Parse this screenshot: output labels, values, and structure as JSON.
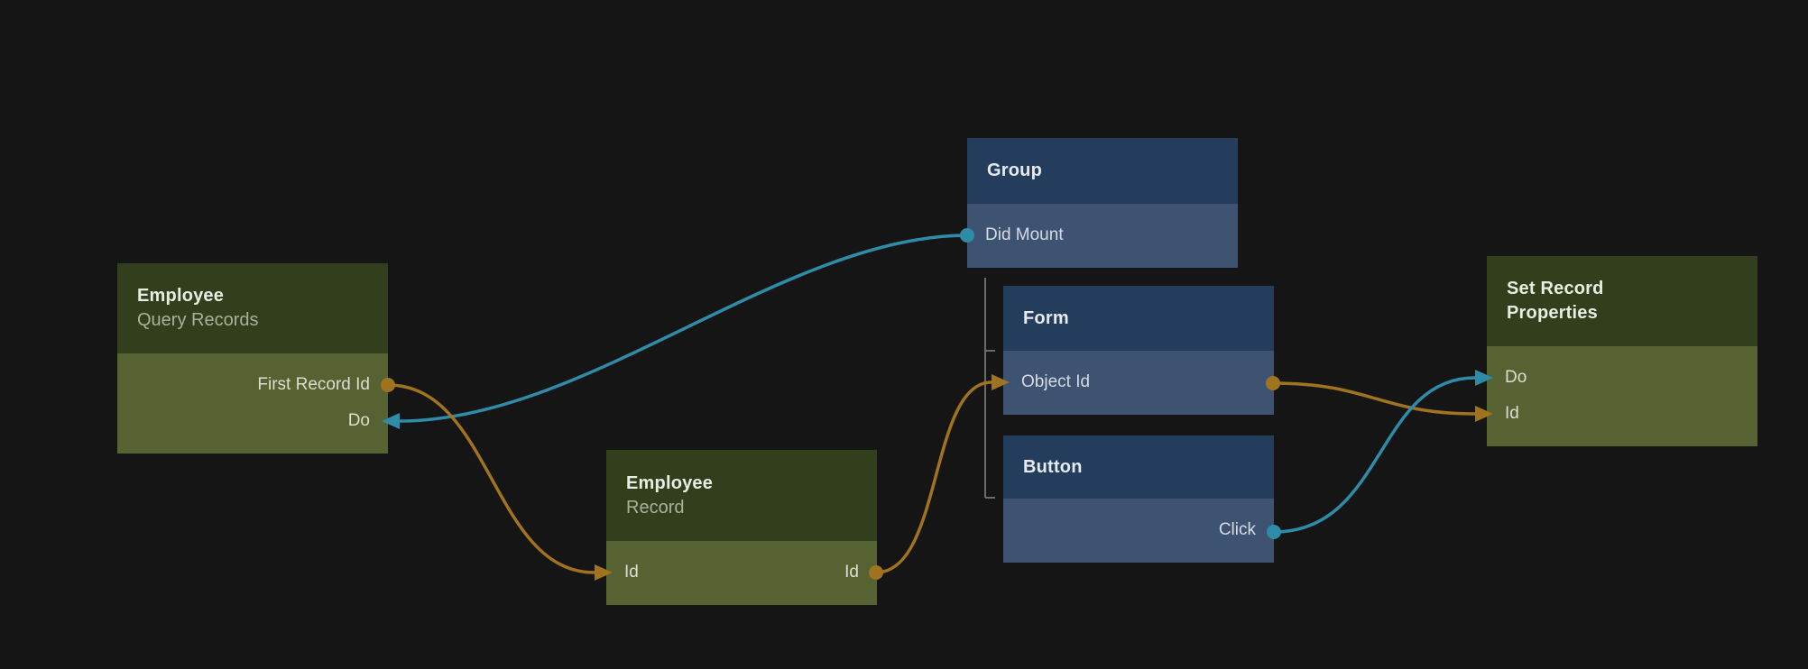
{
  "canvas": {
    "background": "#151515"
  },
  "colors": {
    "signal_wire": "#2F8CA8",
    "data_wire": "#A0731F",
    "tree_connector": "#6B6B6B",
    "green_node_header": "#333E1C",
    "green_node_body": "#566231",
    "blue_node_header": "#243D5C",
    "blue_node_body": "#3E5272"
  },
  "nodes": {
    "query_records": {
      "title": "Employee",
      "subtitle": "Query Records",
      "ports": {
        "first_record_id": "First Record Id",
        "do": "Do"
      }
    },
    "group": {
      "title": "Group",
      "ports": {
        "did_mount": "Did Mount"
      }
    },
    "form": {
      "title": "Form",
      "ports": {
        "object_id": "Object Id"
      }
    },
    "button": {
      "title": "Button",
      "ports": {
        "click": "Click"
      }
    },
    "record": {
      "title": "Employee",
      "subtitle": "Record",
      "ports": {
        "id_in": "Id",
        "id_out": "Id"
      }
    },
    "set_record_properties": {
      "title_lines": [
        "Set Record",
        "Properties"
      ],
      "ports": {
        "do": "Do",
        "id": "Id"
      }
    }
  },
  "hierarchy": {
    "parent": "Group",
    "children": [
      "Form",
      "Button"
    ]
  },
  "connections": [
    {
      "from": "Group.Did Mount",
      "to": "Employee Query Records.Do",
      "type": "signal"
    },
    {
      "from": "Employee Query Records.First Record Id",
      "to": "Employee Record.Id",
      "type": "data"
    },
    {
      "from": "Employee Record.Id",
      "to": "Form.Object Id",
      "type": "data"
    },
    {
      "from": "Form.Object Id",
      "to": "Set Record Properties.Id",
      "type": "data"
    },
    {
      "from": "Button.Click",
      "to": "Set Record Properties.Do",
      "type": "signal"
    }
  ]
}
